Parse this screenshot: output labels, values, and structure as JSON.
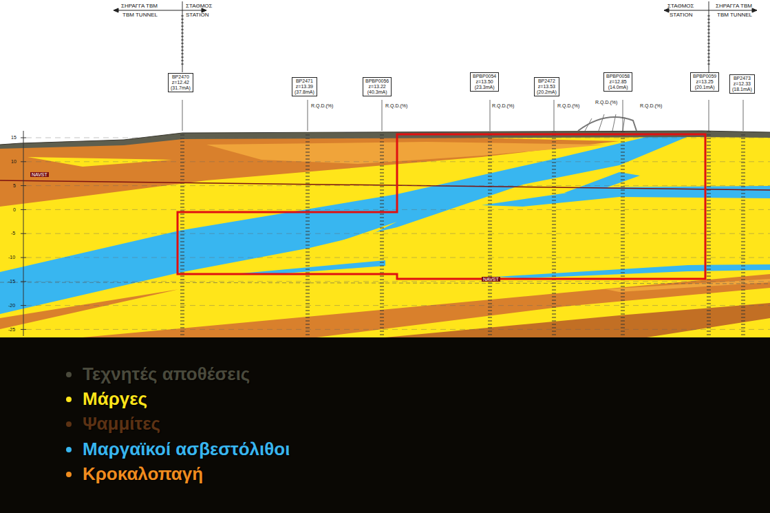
{
  "diagram": {
    "nodes": [
      {
        "text": [
          "BP2470",
          "z=12.42",
          "(31.7mA)"
        ]
      },
      {
        "text": [
          "BP2471",
          "z=13.39",
          "(37.8mA)"
        ]
      },
      {
        "text": [
          "BPBP0056",
          "z=13.22",
          "(40.3mA)"
        ]
      },
      {
        "text": [
          "BPBP0054",
          "z=13.50",
          "(23.3mA)"
        ]
      },
      {
        "text": [
          "BP2472",
          "z=13.53",
          "(20.2mA)"
        ]
      },
      {
        "text": [
          "BPBP0058",
          "z=12.85",
          "(14.0mA)"
        ]
      },
      {
        "text": [
          "BPBP0059",
          "z=13.25",
          "(20.1mA)"
        ]
      },
      {
        "text": [
          "BP2473",
          "z=12.33",
          "(18.1mA)"
        ]
      }
    ],
    "labels": [
      "ΣΗΡΑΓΓΑ TBM",
      "TBM TUNNEL",
      "ΣΤΑΘΜΟΣ",
      "STATION",
      "ΣΤΑΘΜΟΣ",
      "STATION",
      "ΣΗΡΑΓΓΑ TBM",
      "TBM TUNNEL",
      "15",
      "10",
      "5",
      "0",
      "-5",
      "-10",
      "-15",
      "-20",
      "-25",
      "R.Q.D.(%)",
      "R.Q.D.(%)",
      "R.Q.D.(%)",
      "R.Q.D.(%)",
      "R.Q.D.(%)",
      "R.Q.D.(%)",
      "NAVST",
      "NAVST"
    ],
    "legend": [
      {
        "text": "Τεχνητές αποθέσεις",
        "color": "#4a4a3c"
      },
      {
        "text": "Μάργες",
        "color": "#ffe51a"
      },
      {
        "text": "Ψαμμίτες",
        "color": "#5c3214"
      },
      {
        "text": "Μαργαϊκοί ασβεστόλιθοι",
        "color": "#38b6f0"
      },
      {
        "text": "Κροκαλοπαγή",
        "color": "#f08c1e"
      }
    ]
  }
}
